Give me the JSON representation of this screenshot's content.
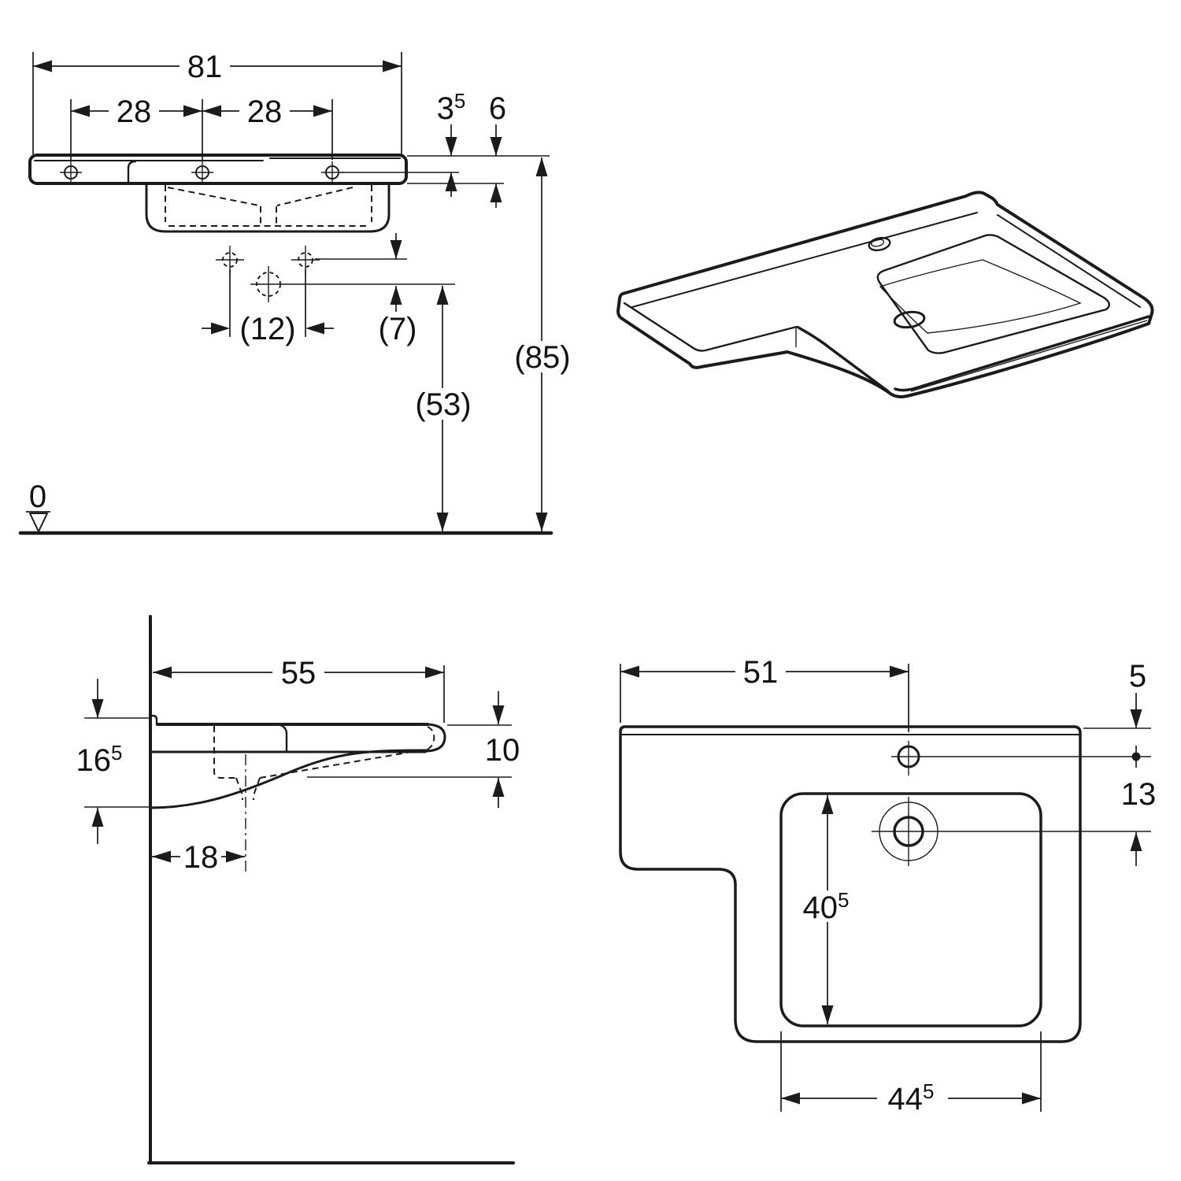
{
  "meta": {
    "type": "technical-dimension-drawing",
    "subject": "wall-hung washbasin with shelf surface",
    "units_note": "dimensions in cm as drawn",
    "colors": {
      "line": "#1b1b1b",
      "background": "#ffffff"
    }
  },
  "front": {
    "overall_width": "81",
    "hole_spacing_left": "28",
    "hole_spacing_right": "28",
    "rim_to_hole": {
      "v": "3",
      "s": "5"
    },
    "edge_thickness": "6",
    "conn_spacing": "(12)",
    "conn_to_drain": "(7)",
    "drain_height": "(53)",
    "overall_height": "(85)",
    "datum": "0"
  },
  "side": {
    "depth": "55",
    "wall_edge_height": {
      "v": "16",
      "s": "5"
    },
    "bowl_inner_depth": "10",
    "drain_from_wall": "18"
  },
  "plan": {
    "tap_from_left": "51",
    "tap_from_rear": "5",
    "tap_to_drain": "13",
    "bowl_front_to_back": {
      "v": "40",
      "s": "5"
    },
    "bowl_width": {
      "v": "44",
      "s": "5"
    }
  }
}
